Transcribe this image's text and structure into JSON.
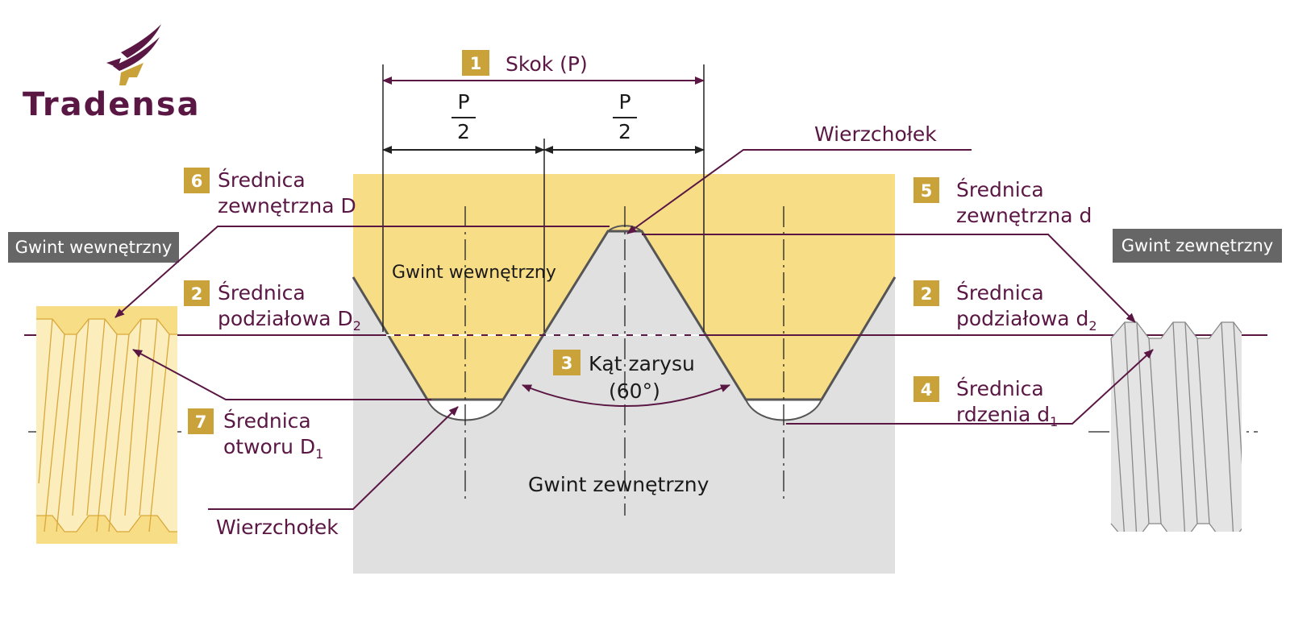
{
  "brand": {
    "name": "Tradensa"
  },
  "colors": {
    "accent": "#5a1744",
    "gold": "#c9a23a",
    "yellow": "#f8dd87",
    "grey": "#e0e0e0",
    "label_bg": "#666666"
  },
  "side_labels": {
    "internal": "Gwint wewnętrzny",
    "external": "Gwint zewnętrzny"
  },
  "region_labels": {
    "internal": "Gwint wewnętrzny",
    "external": "Gwint zewnętrzny"
  },
  "pitch": {
    "num": "1",
    "label": "Skok (P)"
  },
  "half_pitch": {
    "numerator": "P",
    "denominator": "2"
  },
  "crest_top": {
    "label": "Wierzchołek"
  },
  "crest_bottom": {
    "label": "Wierzchołek"
  },
  "callouts": {
    "outer_D": {
      "num": "6",
      "line1": "Średnica",
      "line2": "zewnętrzna D"
    },
    "pitch_D2": {
      "num": "2",
      "line1": "Średnica",
      "line2": "podziałowa D",
      "sub": "2"
    },
    "minor_D1": {
      "num": "7",
      "line1": "Średnica",
      "line2": "otworu D",
      "sub": "1"
    },
    "outer_d": {
      "num": "5",
      "line1": "Średnica",
      "line2": "zewnętrzna d"
    },
    "pitch_d2": {
      "num": "2",
      "line1": "Średnica",
      "line2": "podziałowa d",
      "sub": "2"
    },
    "minor_d1": {
      "num": "4",
      "line1": "Średnica",
      "line2": "rdzenia d",
      "sub": "1"
    }
  },
  "angle": {
    "num": "3",
    "line1": "Kąt zarysu",
    "line2": "(60°)"
  }
}
